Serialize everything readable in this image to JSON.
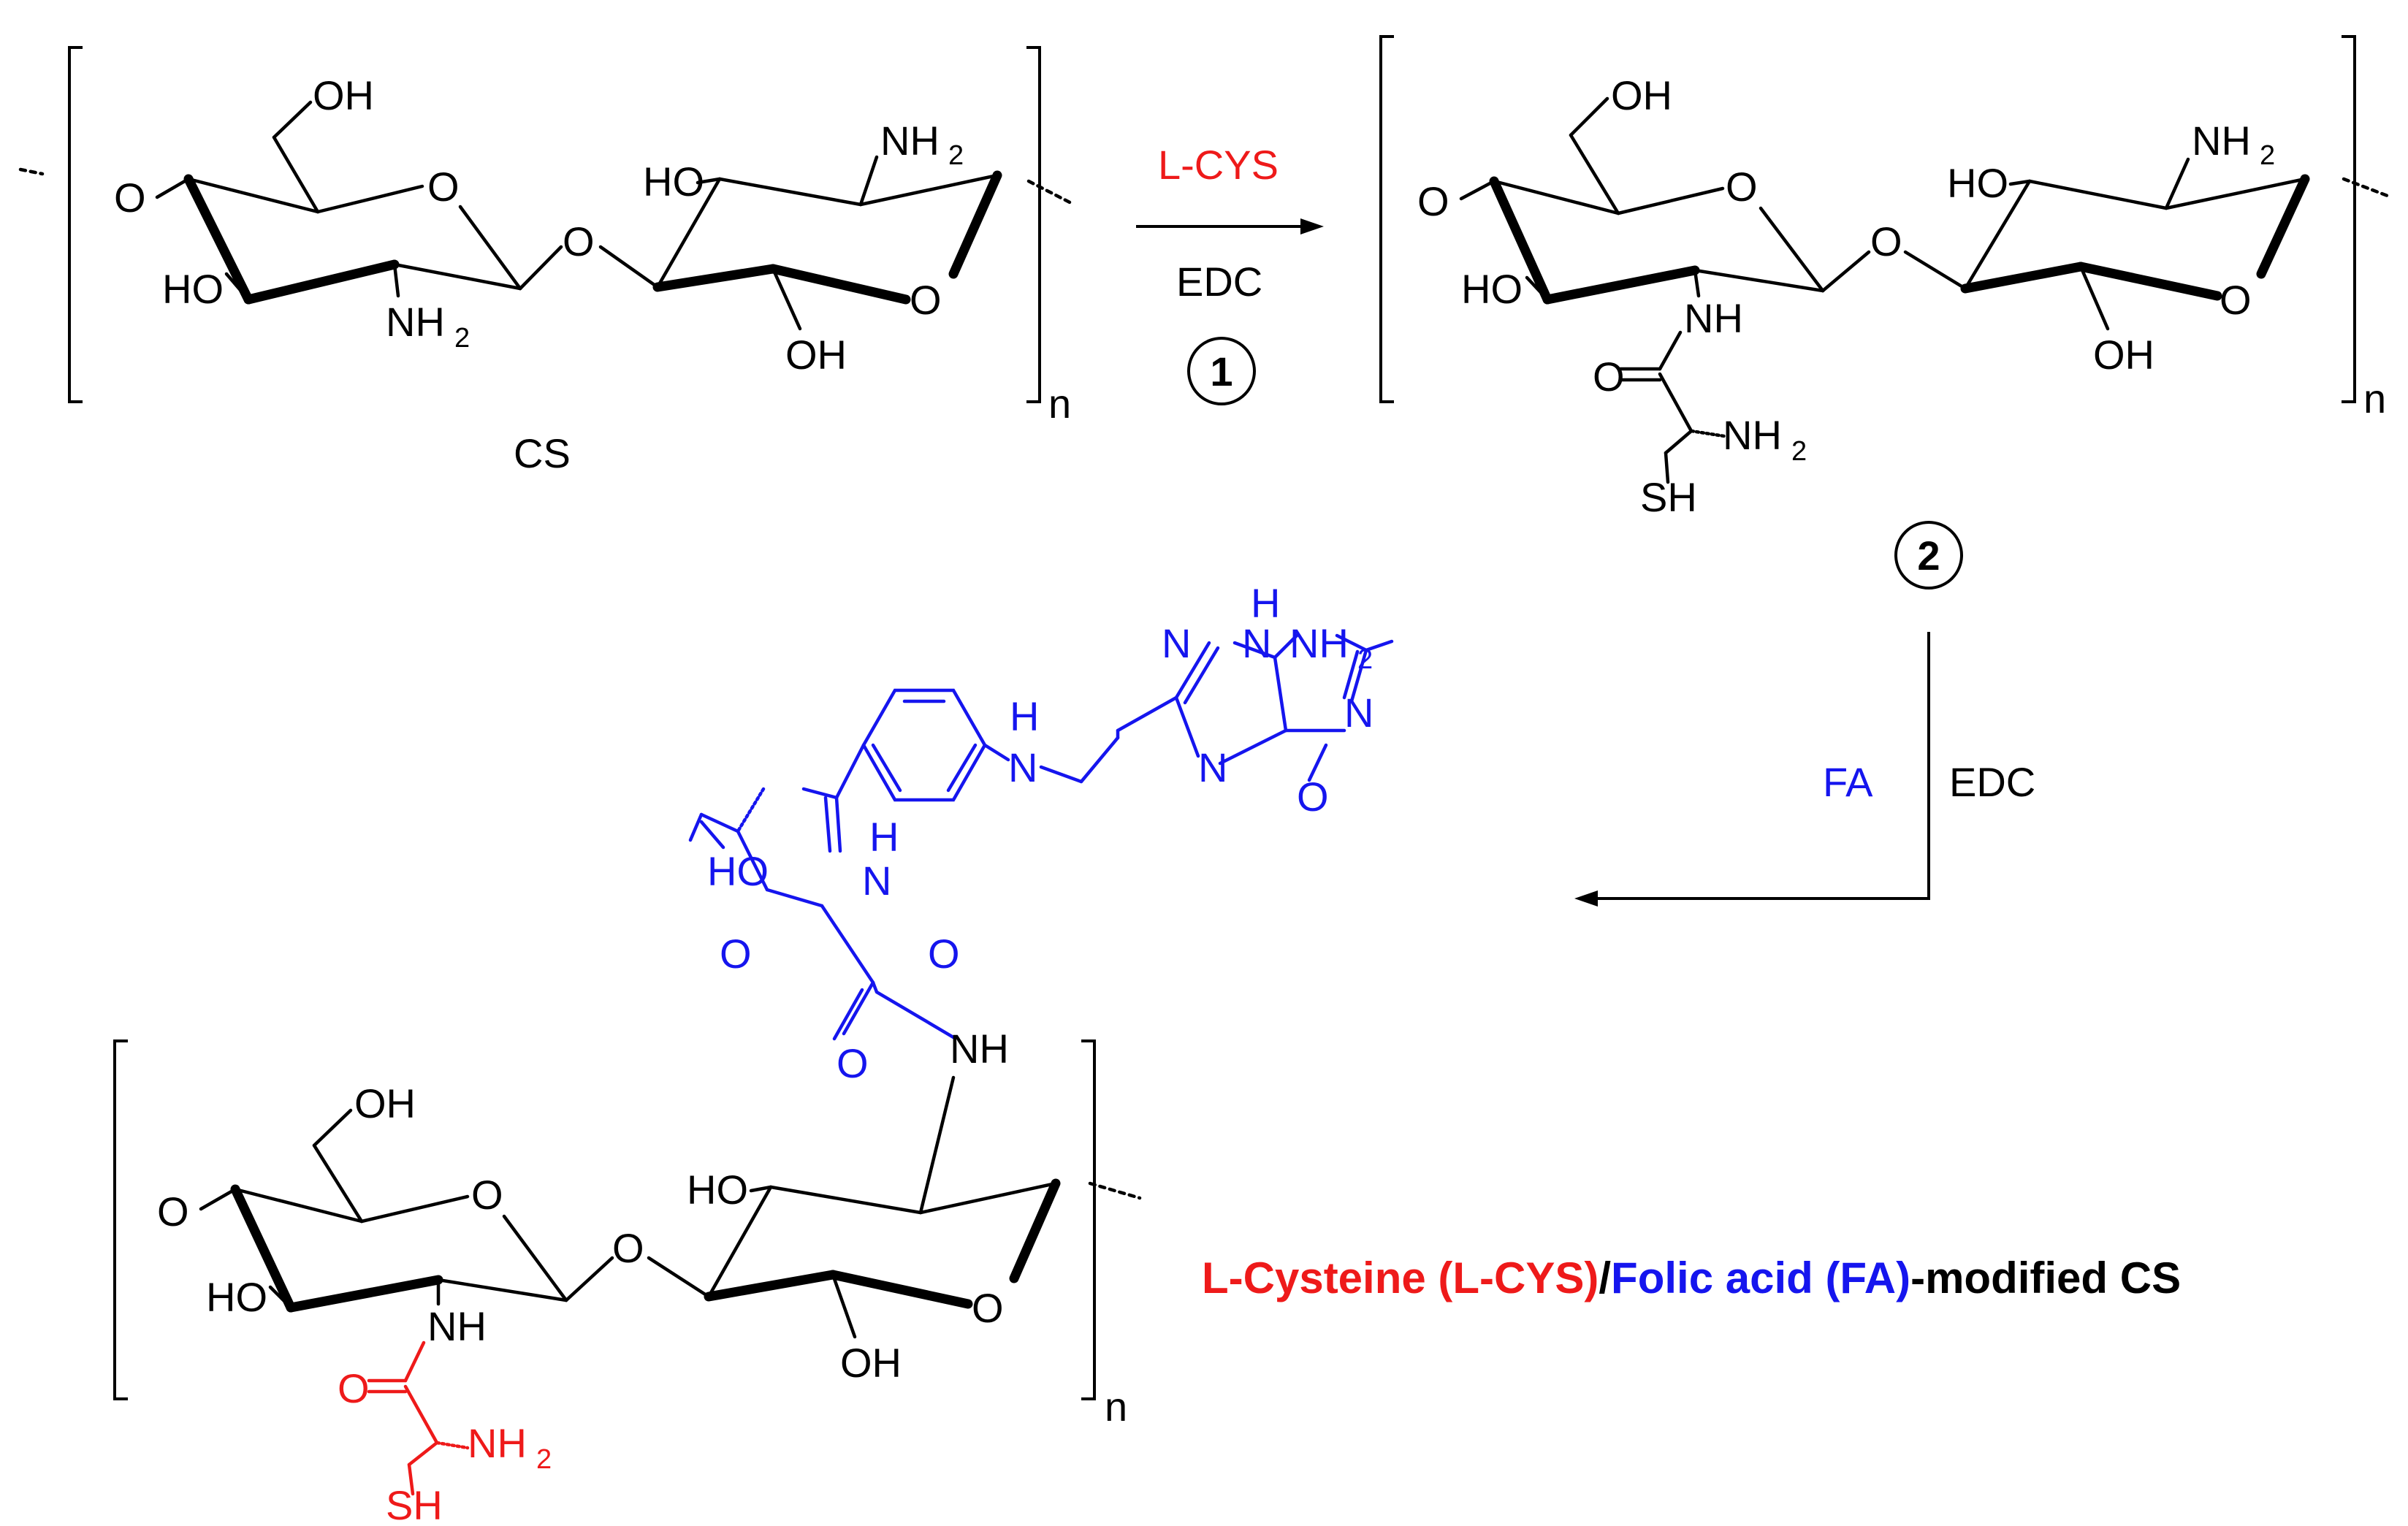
{
  "colors": {
    "lcys": "#ee1a1a",
    "fa": "#1515ee",
    "ink": "#000000"
  },
  "atoms": {
    "oh": "OH",
    "ho": "HO",
    "o": "O",
    "nh": "NH",
    "nh2": "NH",
    "two": "2",
    "sh": "SH",
    "h": "H",
    "n": "N",
    "hn": "HN",
    "n_sub": "n"
  },
  "labels": {
    "cs": "CS",
    "reagent_1": "L-CYS",
    "coupling_1": "EDC",
    "step_1": "1",
    "step_2": "2",
    "reagent_2": "FA",
    "coupling_2": "EDC"
  },
  "product_title": {
    "part1": "L-Cysteine (L-CYS)",
    "slash": "/",
    "part2": "Folic acid (FA)",
    "part3": "-modified CS"
  }
}
